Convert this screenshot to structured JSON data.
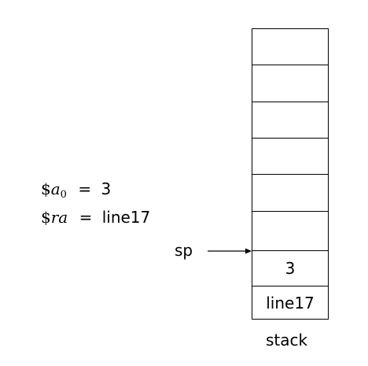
{
  "registers": [
    {
      "symbol": "$",
      "name": "a",
      "subscript": "0",
      "equals": "=",
      "value": "3"
    },
    {
      "symbol": "$",
      "name": "ra",
      "subscript": "",
      "equals": "=",
      "value": "line17"
    }
  ],
  "pointer": {
    "label": "sp"
  },
  "stack": {
    "caption": "stack",
    "cells": [
      "",
      "",
      "",
      "",
      "",
      "",
      "3",
      "line17"
    ]
  }
}
